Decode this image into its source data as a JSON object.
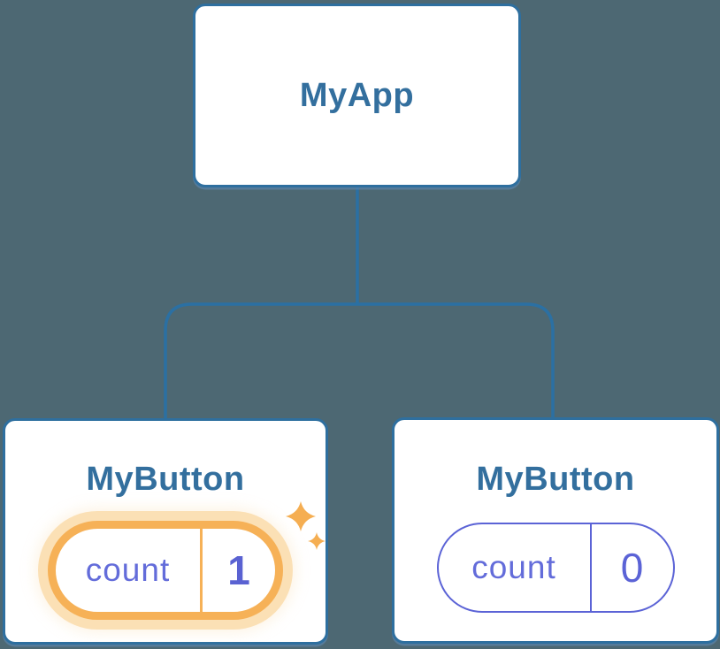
{
  "diagram": {
    "description": "React component tree with state",
    "background_color": "#4d6873",
    "connector_color": "#2b70a3",
    "node_border_color": "#2e6f9f",
    "node_title_color": "#336f9e",
    "state_text_color": "#636cda",
    "highlight_color": "#f6b157",
    "highlight_glow_color": "#fbe0b5",
    "sparkle_color": "#f5ae52"
  },
  "tree": {
    "root": {
      "title": "MyApp"
    },
    "children": [
      {
        "title": "MyButton",
        "state": {
          "name": "count",
          "value": "1"
        },
        "highlighted": true
      },
      {
        "title": "MyButton",
        "state": {
          "name": "count",
          "value": "0"
        },
        "highlighted": false
      }
    ]
  }
}
